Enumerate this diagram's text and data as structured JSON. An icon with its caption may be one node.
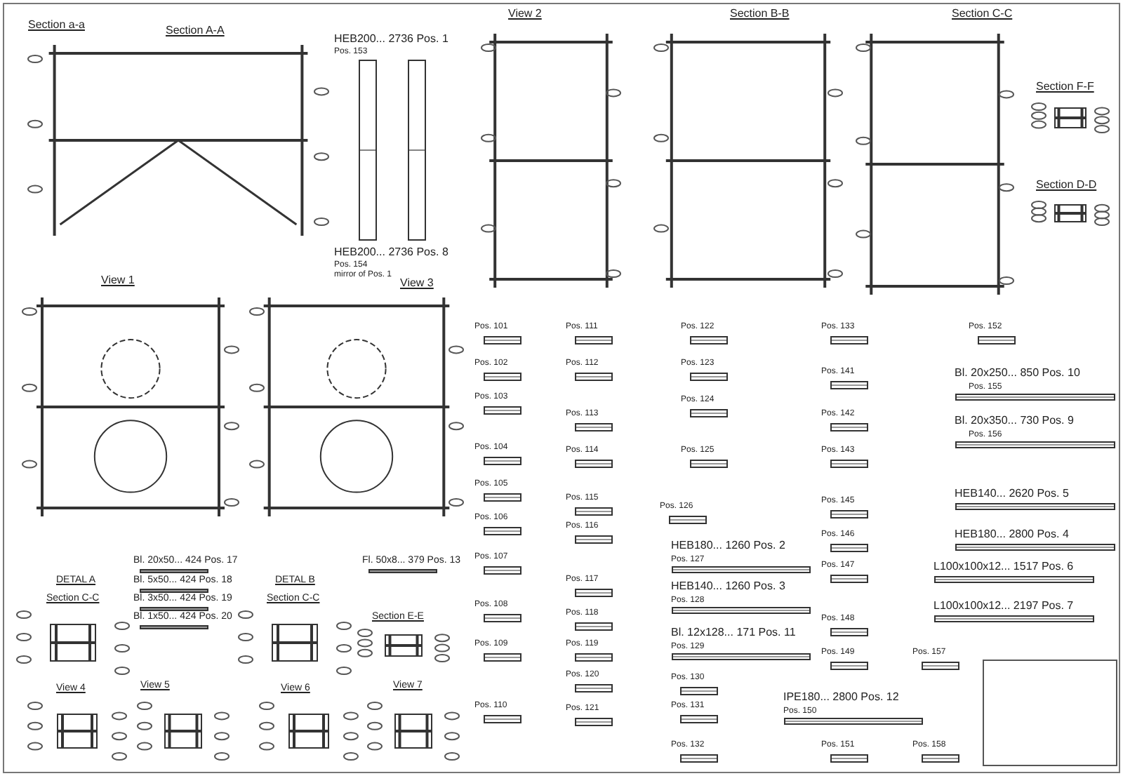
{
  "diagram": {
    "nodes": [
      {
        "text": [],
        "shape": "box"
      }
    ],
    "labels": [
      "Section a-a",
      "Section A-A",
      "HEB200... 2736 Pos. 1",
      "Pos. 153",
      "HEB200... 2736 Pos. 8",
      "Pos. 154",
      "mirror of Pos. 1",
      "View 2",
      "Section B-B",
      "Section C-C",
      "Section F-F",
      "Section D-D",
      "View 1",
      "View 3",
      "Pos. 101",
      "Pos. 111",
      "Pos. 122",
      "Pos. 133",
      "Pos. 152",
      "Pos. 102",
      "Pos. 112",
      "Pos. 123",
      "Pos. 141",
      "Bl. 20x250... 850 Pos. 10",
      "Pos. 155",
      "Pos. 103",
      "Pos. 113",
      "Pos. 124",
      "Pos. 142",
      "Bl. 20x350... 730 Pos. 9",
      "Pos. 156",
      "Pos. 104",
      "Pos. 114",
      "Pos. 125",
      "Pos. 143",
      "Pos. 105",
      "Pos. 115",
      "HEB140... 2620 Pos. 5",
      "Pos. 126",
      "Pos. 145",
      "Pos. 106",
      "Pos. 116",
      "Pos. 146",
      "HEB180... 2800 Pos. 4",
      "HEB180... 1260 Pos. 2",
      "Pos. 127",
      "Pos. 107",
      "Pos. 147",
      "L100x100x12... 1517 Pos. 6",
      "Pos. 117",
      "HEB140... 1260 Pos. 3",
      "Pos. 128",
      "Pos. 108",
      "Pos. 118",
      "Pos. 148",
      "L100x100x12... 2197 Pos. 7",
      "Bl. 12x128... 171 Pos. 11",
      "Pos. 129",
      "Pos. 109",
      "Pos. 119",
      "Pos. 149",
      "Pos. 157",
      "Pos. 120",
      "Pos. 130",
      "IPE180... 2800 Pos. 12",
      "Pos. 150",
      "Pos. 110",
      "Pos. 121",
      "Pos. 131",
      "Pos. 132",
      "Pos. 151",
      "Pos. 158",
      "Bl. 20x50... 424 Pos. 17",
      "Fl. 50x8... 379 Pos. 13",
      "DETAL A",
      "Bl. 5x50... 424 Pos. 18",
      "DETAL B",
      "Section C-C",
      "Bl. 3x50... 424 Pos. 19",
      "Section C-C",
      "Bl. 1x50... 424 Pos. 20",
      "Section E-E",
      "View 4",
      "View 5",
      "View 6",
      "View 7"
    ]
  }
}
